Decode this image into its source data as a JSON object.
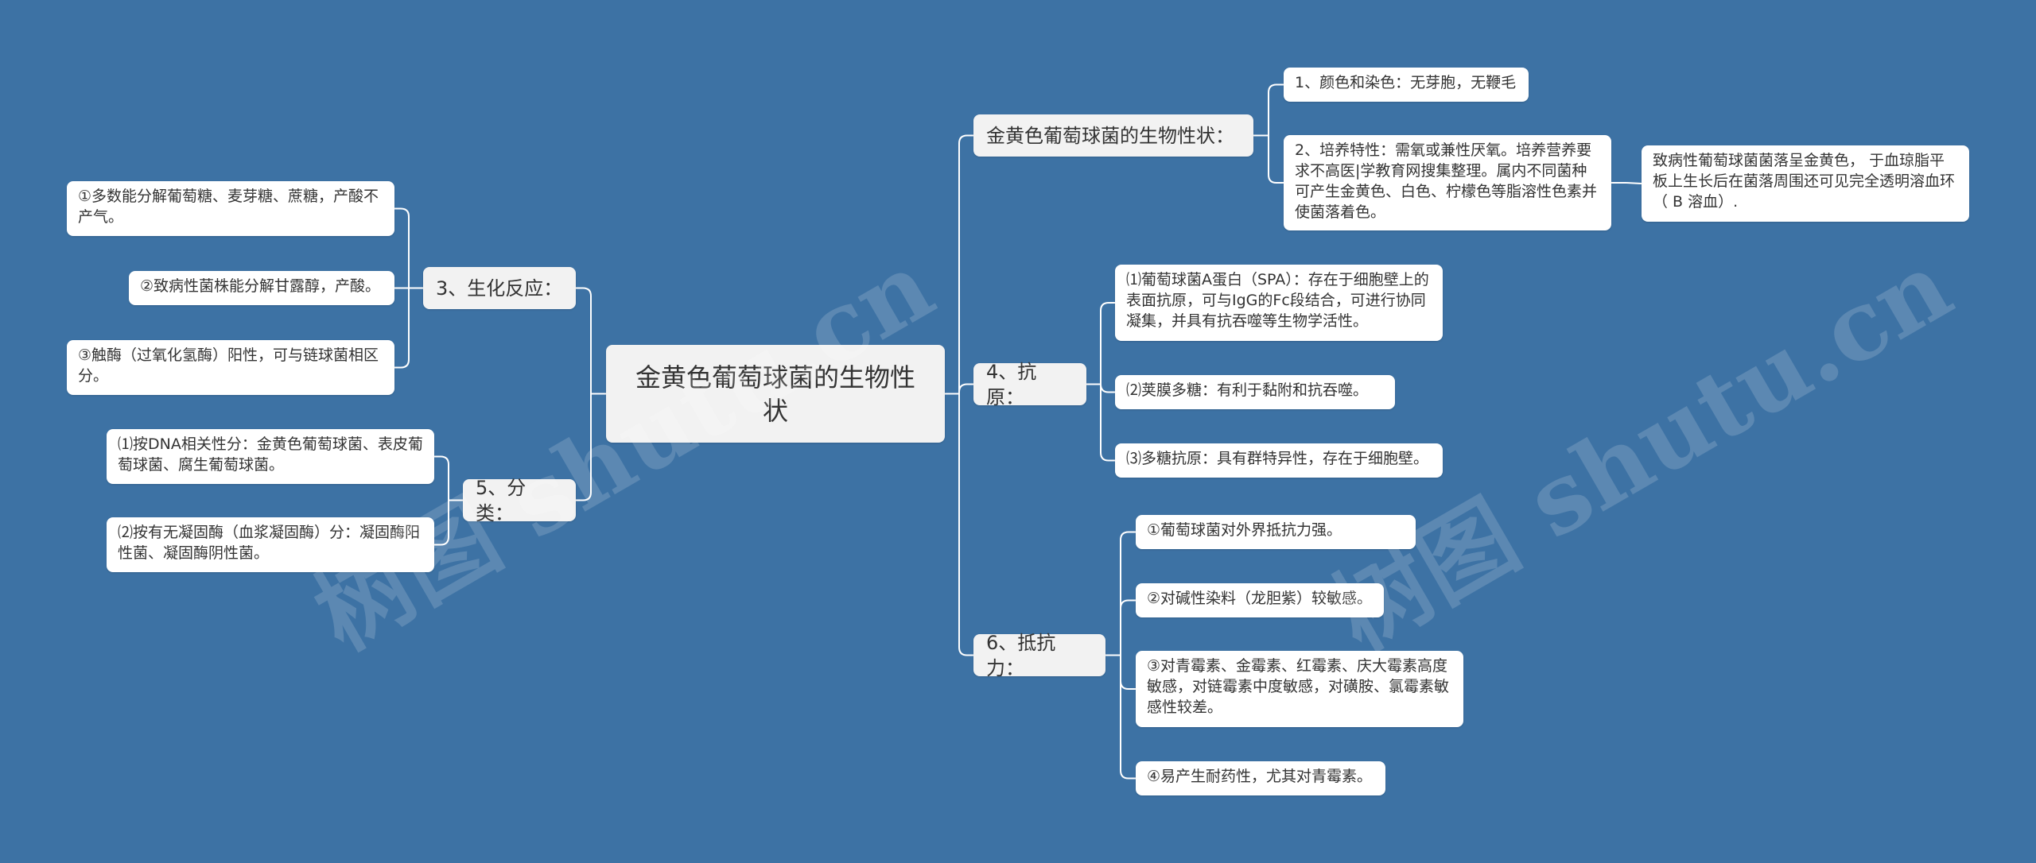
{
  "mindmap": {
    "root": "金黄色葡萄球菌的生物性状",
    "right_branches": [
      {
        "label": "金黄色葡萄球菌的生物性状：",
        "children": [
          {
            "text": "1、颜色和染色：无芽胞，无鞭毛"
          },
          {
            "text": "2、培养特性：需氧或兼性厌氧。培养营养要求不高医|学教育网搜集整理。属内不同菌种可产生金黄色、白色、柠檬色等脂溶性色素并使菌落着色。",
            "child": "致病性葡萄球菌菌落呈金黄色， 于血琼脂平板上生长后在菌落周围还可见完全透明溶血环（ Β 溶血）."
          }
        ]
      },
      {
        "label": "4、抗原：",
        "children": [
          {
            "text": "⑴葡萄球菌A蛋白（SPA）：存在于细胞壁上的表面抗原，可与IgG的Fc段结合，可进行协同凝集，并具有抗吞噬等生物学活性。"
          },
          {
            "text": "⑵荚膜多糖：有利于黏附和抗吞噬。"
          },
          {
            "text": "⑶多糖抗原：具有群特异性，存在于细胞壁。"
          }
        ]
      },
      {
        "label": "6、抵抗力：",
        "children": [
          {
            "text": "①葡萄球菌对外界抵抗力强。"
          },
          {
            "text": "②对碱性染料（龙胆紫）较敏感。"
          },
          {
            "text": "③对青霉素、金霉素、红霉素、庆大霉素高度敏感，对链霉素中度敏感，对磺胺、氯霉素敏感性较差。"
          },
          {
            "text": "④易产生耐药性，尤其对青霉素。"
          }
        ]
      }
    ],
    "left_branches": [
      {
        "label": "3、生化反应：",
        "children": [
          {
            "text": "①多数能分解葡萄糖、麦芽糖、蔗糖，产酸不产气。"
          },
          {
            "text": "②致病性菌株能分解甘露醇，产酸。"
          },
          {
            "text": "③触酶（过氧化氢酶）阳性，可与链球菌相区分。"
          }
        ]
      },
      {
        "label": "5、分类：",
        "children": [
          {
            "text": "⑴按DNA相关性分：金黄色葡萄球菌、表皮葡萄球菌、腐生葡萄球菌。"
          },
          {
            "text": "⑵按有无凝固酶（血浆凝固酶）分：凝固酶阳性菌、凝固酶阴性菌。"
          }
        ]
      }
    ]
  },
  "watermark": "树图 shutu.cn",
  "colors": {
    "background": "#3d72a4",
    "line": "#ffffff",
    "node": "#ffffff",
    "branch": "#f2f2f2",
    "text": "#333333"
  }
}
